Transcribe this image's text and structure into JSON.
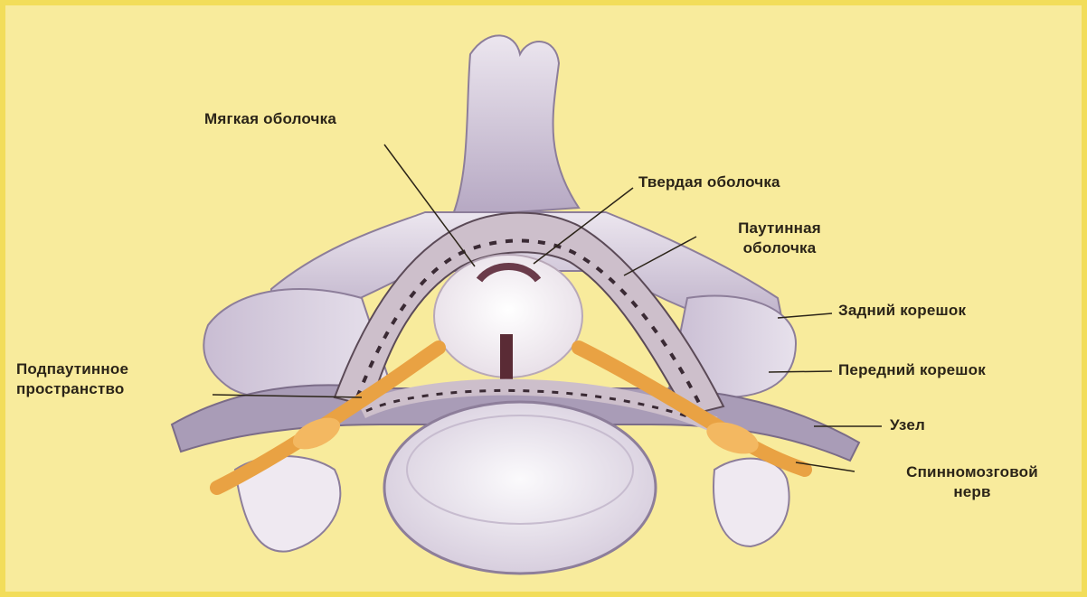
{
  "labels": {
    "pia": "Мягкая оболочка",
    "dura": "Твердая оболочка",
    "arachnoid_1": "Паутинная",
    "arachnoid_2": "оболочка",
    "dorsal_root": "Задний корешок",
    "subarachnoid_1": "Подпаутинное",
    "subarachnoid_2": "пространство",
    "ventral_root": "Передний корешок",
    "ganglion": "Узел",
    "spinal_nerve_1": "Спинномозговой",
    "spinal_nerve_2": "нерв"
  },
  "colors": {
    "background": "#f8eb9c",
    "bone": "#d9cfe0",
    "bone_shadow": "#a596b3",
    "nerve": "#e9a243",
    "cord": "#f6f2f4",
    "membrane_dots": "#3a2a34"
  }
}
